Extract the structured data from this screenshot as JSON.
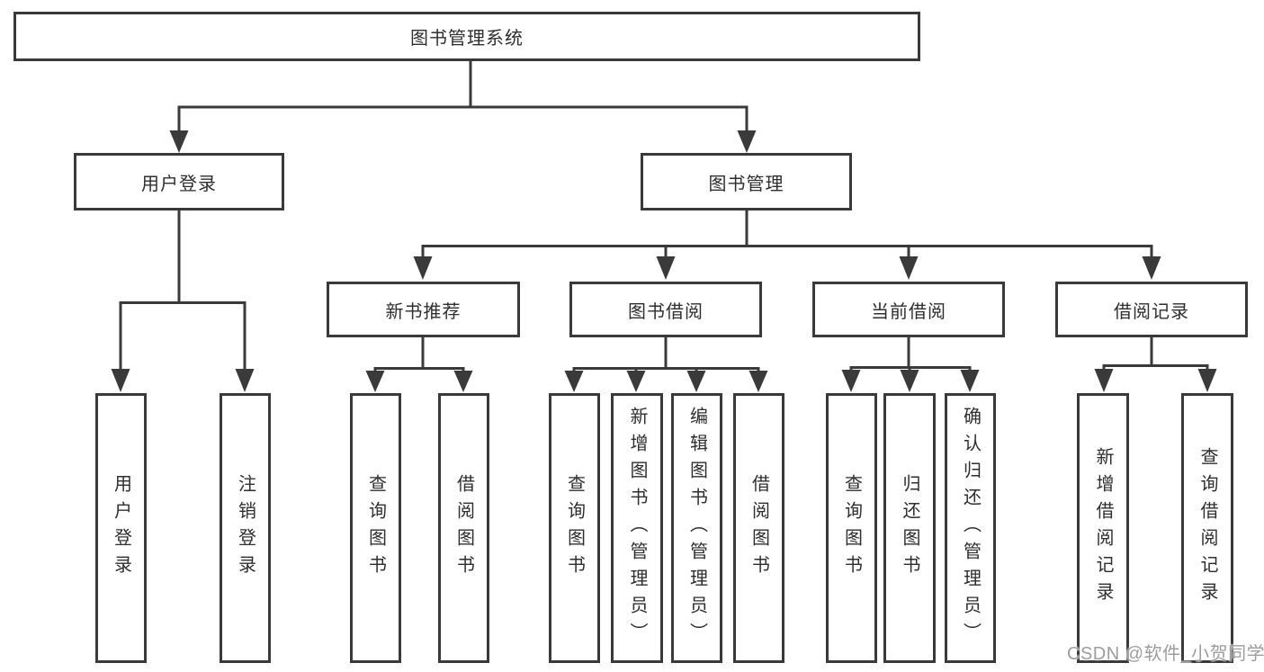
{
  "colors": {
    "line": "#3a3a3a",
    "border": "#3a3a3a",
    "text": "#2e2e2e",
    "background": "#ffffff",
    "watermark": "#9d9d9d"
  },
  "nodes": {
    "root": "图书管理系统",
    "level2": [
      "用户登录",
      "图书管理"
    ],
    "level3": [
      "新书推荐",
      "图书借阅",
      "当前借阅",
      "借阅记录"
    ],
    "user_login_children": [
      "用户登录",
      "注销登录"
    ],
    "new_book_children": [
      "查询图书",
      "借阅图书"
    ],
    "book_borrow_children": [
      "查询图书",
      "新增图书（管理员）",
      "编辑图书（管理员）",
      "借阅图书"
    ],
    "current_borrow_children": [
      "查询图书",
      "归还图书",
      "确认归还（管理员）"
    ],
    "borrow_record_children": [
      "新增借阅记录",
      "查询借阅记录"
    ]
  },
  "watermark": "CSDN @软件_小贺同学"
}
